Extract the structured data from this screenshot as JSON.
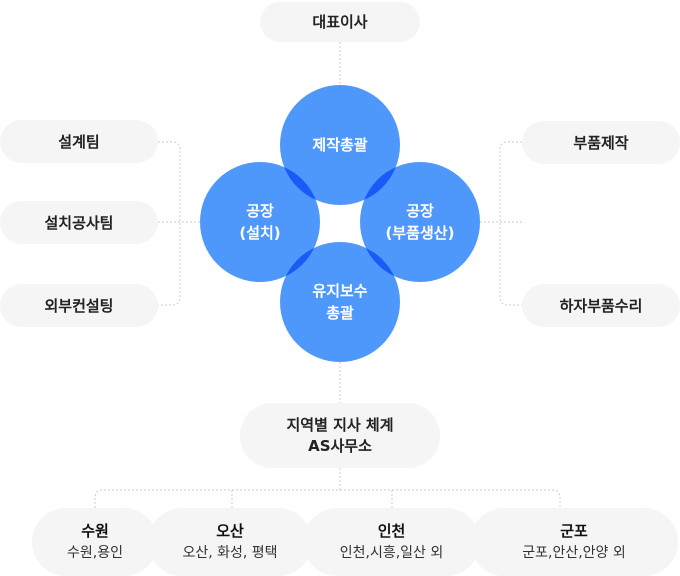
{
  "ceo": "대표이사",
  "left_teams": [
    "설계팀",
    "설치공사팀",
    "외부컨설팅"
  ],
  "right_teams": [
    "부품제작",
    "하자부품수리"
  ],
  "circles": {
    "top": [
      "제작총괄"
    ],
    "left": [
      "공장",
      "(설치)"
    ],
    "right": [
      "공장",
      "(부품생산)"
    ],
    "bottom": [
      "유지보수",
      "총괄"
    ]
  },
  "regional": [
    "지역별 지사 체계",
    "AS사무소"
  ],
  "branches": [
    {
      "title": "수원",
      "sub": "수원,용인"
    },
    {
      "title": "오산",
      "sub": "오산, 화성, 평택"
    },
    {
      "title": "인천",
      "sub": "인천,시흥,일산 외"
    },
    {
      "title": "군포",
      "sub": "군포,안산,안양 외"
    }
  ],
  "colors": {
    "circle": "#4f98fb",
    "pill": "#f5f5f5",
    "line": "#d6d6d6"
  }
}
